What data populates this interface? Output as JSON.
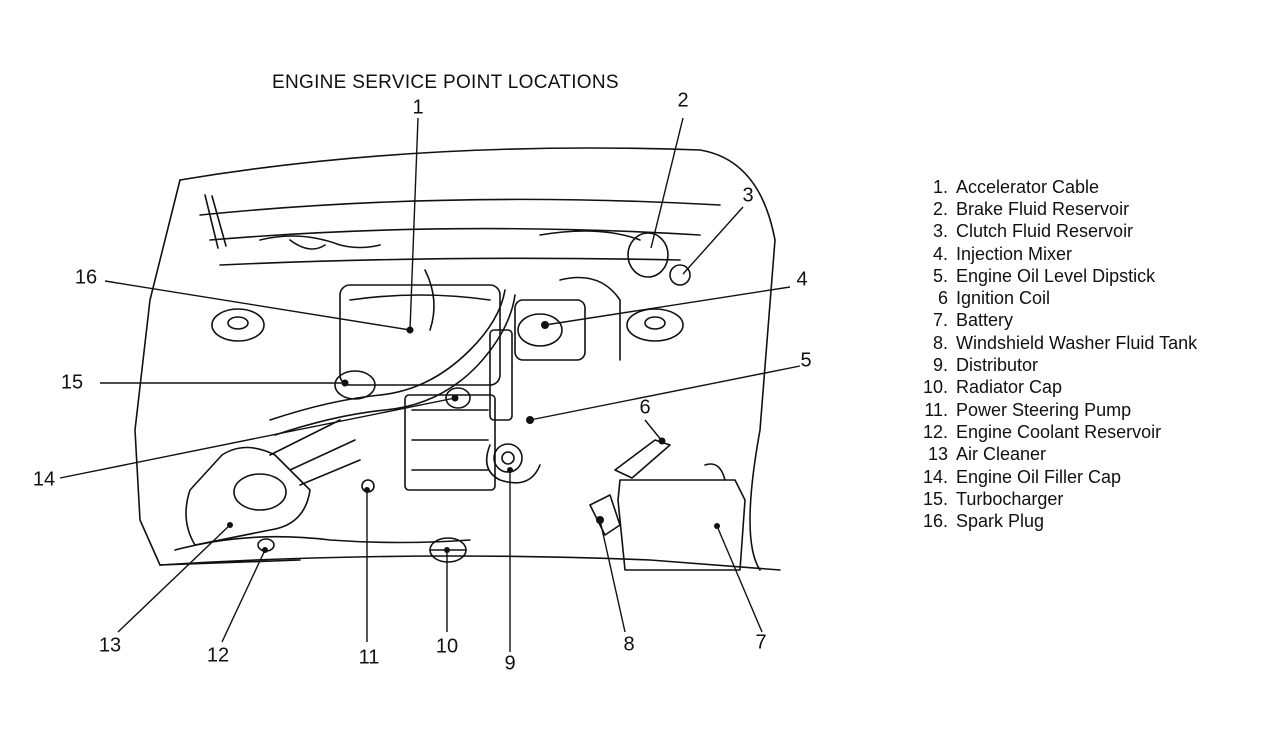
{
  "title": "ENGINE SERVICE POINT LOCATIONS",
  "callouts": [
    "1",
    "2",
    "3",
    "4",
    "5",
    "6",
    "7",
    "8",
    "9",
    "10",
    "11",
    "12",
    "13",
    "14",
    "15",
    "16"
  ],
  "legend": [
    {
      "num": "1.",
      "label": "Accelerator Cable"
    },
    {
      "num": "2.",
      "label": "Brake Fluid Reservoir"
    },
    {
      "num": "3.",
      "label": "Clutch Fluid Reservoir"
    },
    {
      "num": "4.",
      "label": "Injection Mixer"
    },
    {
      "num": "5.",
      "label": "Engine Oil Level Dipstick"
    },
    {
      "num": "6",
      "label": "Ignition Coil"
    },
    {
      "num": "7.",
      "label": "Battery"
    },
    {
      "num": "8.",
      "label": "Windshield Washer Fluid Tank"
    },
    {
      "num": "9.",
      "label": "Distributor"
    },
    {
      "num": "10.",
      "label": "Radiator Cap"
    },
    {
      "num": "11.",
      "label": "Power Steering Pump"
    },
    {
      "num": "12.",
      "label": "Engine Coolant Reservoir"
    },
    {
      "num": "13",
      "label": "Air Cleaner"
    },
    {
      "num": "14.",
      "label": "Engine Oil Filler Cap"
    },
    {
      "num": "15.",
      "label": "Turbocharger"
    },
    {
      "num": "16.",
      "label": "Spark Plug"
    }
  ]
}
